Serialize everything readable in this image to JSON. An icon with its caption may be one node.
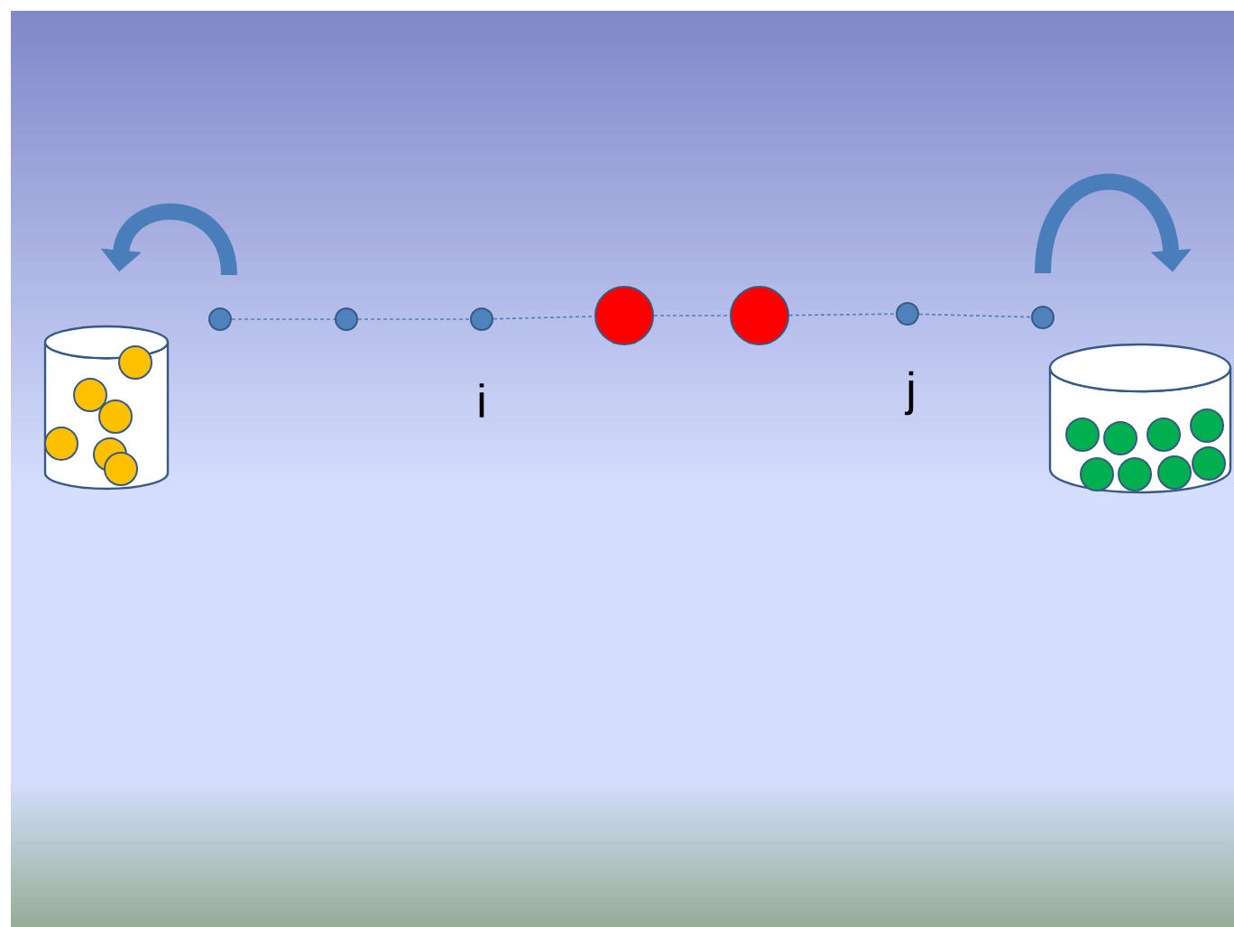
{
  "diagram": {
    "nodes": [
      {
        "text": [],
        "shape": "cylinder"
      },
      {
        "text": [],
        "shape": "circle"
      },
      {
        "text": [],
        "shape": "circle"
      },
      {
        "text": [],
        "shape": "circle"
      },
      {
        "text": [],
        "shape": "circle"
      },
      {
        "text": [],
        "shape": "circle"
      },
      {
        "text": [],
        "shape": "circle"
      },
      {
        "text": [],
        "shape": "circle"
      },
      {
        "text": [],
        "shape": "cylinder"
      }
    ],
    "edges": [
      {
        "from": 1,
        "to": 2,
        "arrow": "none",
        "style": "dashed"
      },
      {
        "from": 2,
        "to": 3,
        "arrow": "none",
        "style": "dashed"
      },
      {
        "from": 3,
        "to": 4,
        "arrow": "none",
        "style": "dashed"
      },
      {
        "from": 4,
        "to": 5,
        "arrow": "none",
        "style": "dashed"
      },
      {
        "from": 5,
        "to": 6,
        "arrow": "none",
        "style": "dashed"
      },
      {
        "from": 6,
        "to": 7,
        "arrow": "none",
        "style": "dashed"
      },
      {
        "from": 1,
        "to": 0,
        "arrow": "to",
        "style": "thick"
      },
      {
        "from": 7,
        "to": 8,
        "arrow": "to",
        "style": "thick"
      }
    ],
    "labels": [
      "i",
      "j"
    ]
  }
}
